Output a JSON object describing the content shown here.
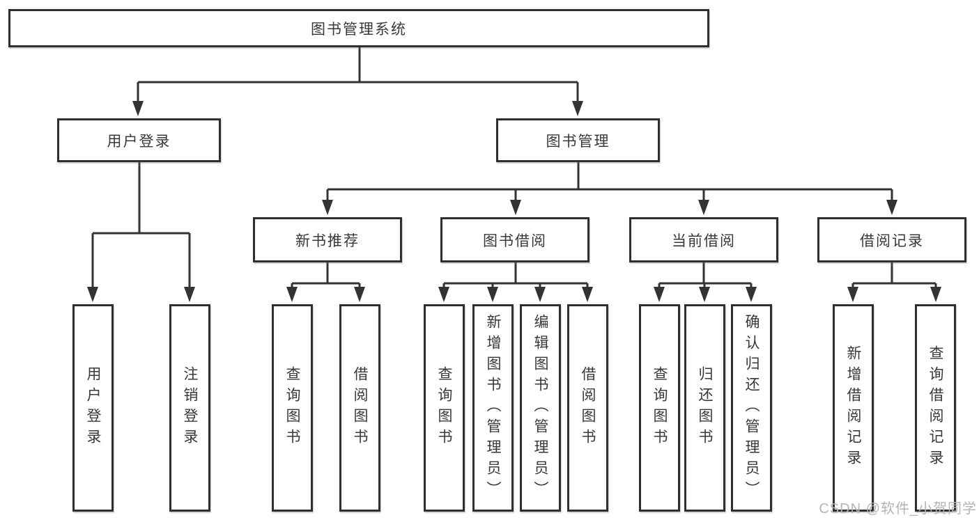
{
  "diagram": {
    "tree": {
      "label": "图书管理系统",
      "children": [
        {
          "label": "用户登录",
          "children": [
            {
              "label": "用户登录"
            },
            {
              "label": "注销登录"
            }
          ]
        },
        {
          "label": "图书管理",
          "children": [
            {
              "label": "新书推荐",
              "children": [
                {
                  "label": "查询图书"
                },
                {
                  "label": "借阅图书"
                }
              ]
            },
            {
              "label": "图书借阅",
              "children": [
                {
                  "label": "查询图书"
                },
                {
                  "label": "新增图书（管理员）"
                },
                {
                  "label": "编辑图书（管理员）"
                },
                {
                  "label": "借阅图书"
                }
              ]
            },
            {
              "label": "当前借阅",
              "children": [
                {
                  "label": "查询图书"
                },
                {
                  "label": "归还图书"
                },
                {
                  "label": "确认归还（管理员）"
                }
              ]
            },
            {
              "label": "借阅记录",
              "children": [
                {
                  "label": "新增借阅记录"
                },
                {
                  "label": "查询借阅记录"
                }
              ]
            }
          ]
        }
      ]
    },
    "colors": {
      "line": "#333333",
      "box_border": "#2f2f2f",
      "text": "#383838",
      "watermark": "#b5b5b5",
      "background": "#ffffff"
    }
  },
  "watermark": "CSDN @软件_小贺同学"
}
